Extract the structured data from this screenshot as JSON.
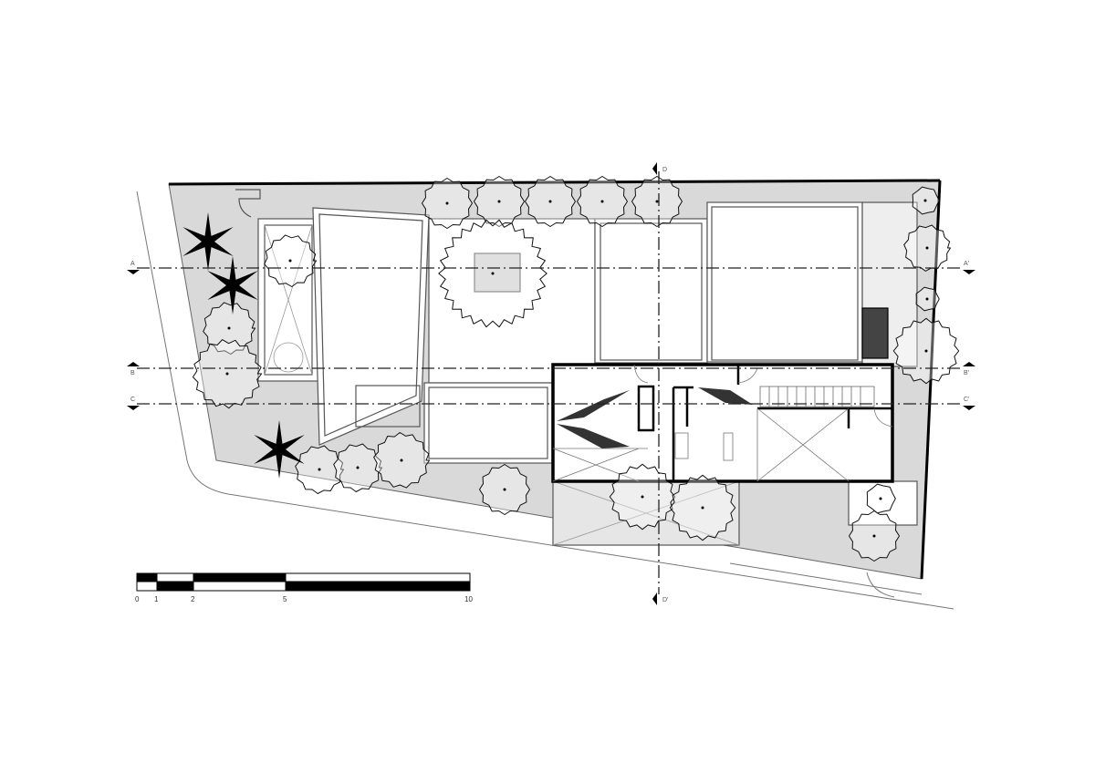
{
  "drawing": {
    "type": "site-plan",
    "sections": {
      "a_start": "A",
      "a_end": "A'",
      "b_start": "B",
      "b_end": "B'",
      "c_start": "C",
      "c_end": "C'",
      "d_start": "D",
      "d_end": "D'"
    },
    "scale_bar": {
      "ticks": [
        "0",
        "1",
        "2",
        "5",
        "10"
      ]
    },
    "colors": {
      "fill_gray": "#d9d9d9",
      "line": "#000000"
    }
  }
}
